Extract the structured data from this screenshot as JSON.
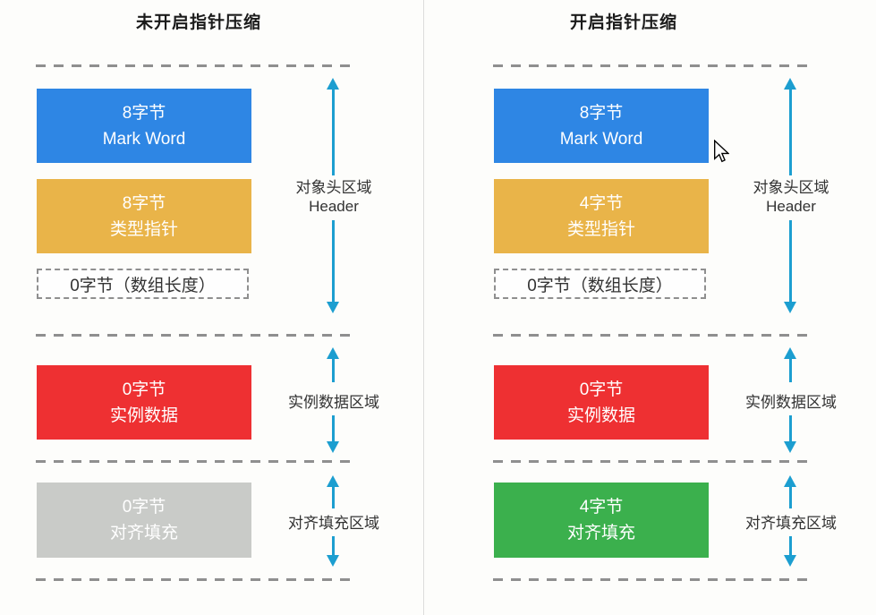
{
  "colors": {
    "blue": "#2e86e4",
    "orange": "#e9b449",
    "red": "#ee3032",
    "gray": "#c9cbc8",
    "green": "#3bb04d",
    "arrow": "#1c9ed0",
    "dash": "#8f8f8f",
    "divider": "#dcdcdc",
    "block_text": "#ffffff",
    "label_text": "#333333"
  },
  "columns": [
    {
      "title": "未开启指针压缩",
      "mark_word": {
        "size": "8字节",
        "label": "Mark Word"
      },
      "klass_pointer": {
        "size": "8字节",
        "label": "类型指针"
      },
      "array_length": {
        "label": "0字节（数组长度）"
      },
      "instance_data": {
        "size": "0字节",
        "label": "实例数据"
      },
      "padding": {
        "size": "0字节",
        "label": "对齐填充"
      },
      "regions": {
        "header": {
          "line1": "对象头区域",
          "line2": "Header"
        },
        "instance": {
          "label": "实例数据区域"
        },
        "padding": {
          "label": "对齐填充区域"
        }
      }
    },
    {
      "title": "开启指针压缩",
      "mark_word": {
        "size": "8字节",
        "label": "Mark Word"
      },
      "klass_pointer": {
        "size": "4字节",
        "label": "类型指针"
      },
      "array_length": {
        "label": "0字节（数组长度）"
      },
      "instance_data": {
        "size": "0字节",
        "label": "实例数据"
      },
      "padding": {
        "size": "4字节",
        "label": "对齐填充"
      },
      "regions": {
        "header": {
          "line1": "对象头区域",
          "line2": "Header"
        },
        "instance": {
          "label": "实例数据区域"
        },
        "padding": {
          "label": "对齐填充区域"
        }
      }
    }
  ]
}
